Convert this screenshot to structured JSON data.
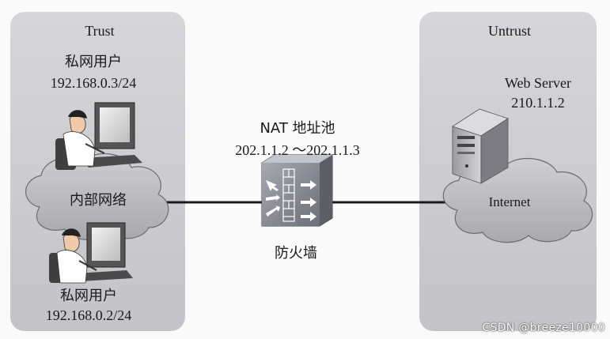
{
  "zones": {
    "trust": {
      "title": "Trust"
    },
    "untrust": {
      "title": "Untrust"
    }
  },
  "users": {
    "top": {
      "label": "私网用户",
      "address": "192.168.0.3/24"
    },
    "bottom": {
      "label": "私网用户",
      "address": "192.168.0.2/24"
    }
  },
  "internal_network": {
    "label": "内部网络"
  },
  "nat": {
    "title": "NAT 地址池",
    "range": "202.1.1.2 ～202.1.1.3"
  },
  "firewall": {
    "label": "防火墙"
  },
  "internet": {
    "label": "Internet"
  },
  "web_server": {
    "label": "Web Server",
    "address": "210.1.1.2"
  },
  "watermark": "CSDN @breeze10000",
  "colors": {
    "zone_fill": "#c9c9cc",
    "cloud_fill": "#bdbdc0",
    "firewall_body": "#8e8e96",
    "link_line": "#1a1a1a"
  }
}
